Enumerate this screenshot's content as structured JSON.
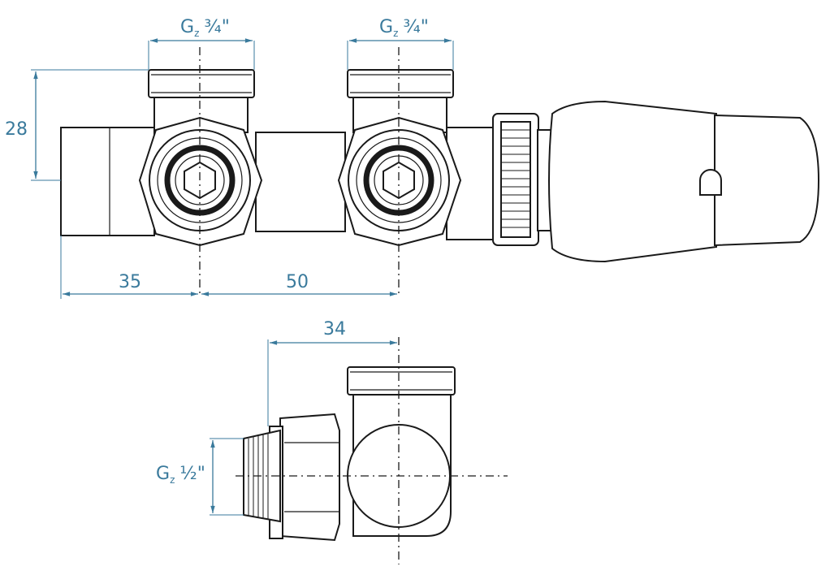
{
  "drawing": {
    "colors": {
      "dimension": "#3a7a9c",
      "outline": "#1a1a1a"
    },
    "top_view": {
      "thread_label_1": {
        "main": "G",
        "sub": "z",
        "size": "¾\""
      },
      "thread_label_2": {
        "main": "G",
        "sub": "z",
        "size": "¾\""
      },
      "height_dim": "28",
      "offset_dim": "35",
      "spacing_dim": "50"
    },
    "side_view": {
      "depth_dim": "34",
      "thread_label": {
        "main": "G",
        "sub": "z",
        "size": "½\""
      }
    }
  }
}
